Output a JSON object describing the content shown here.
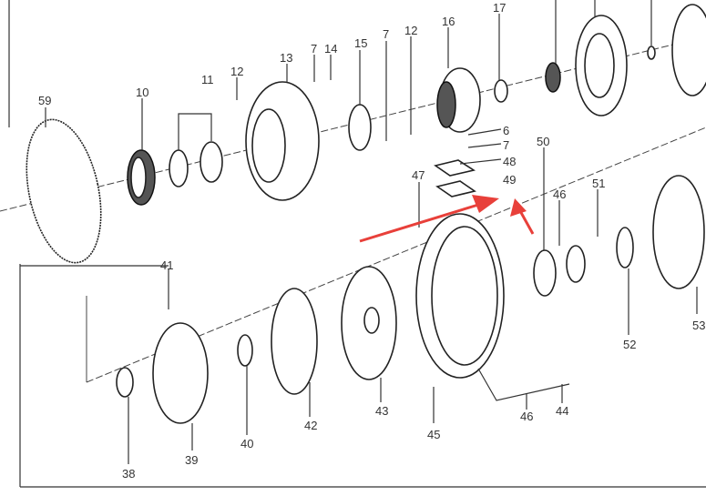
{
  "title": "Exploded parts diagram",
  "labels": [
    "59",
    "10",
    "11",
    "12",
    "13",
    "7",
    "14",
    "15",
    "7",
    "12",
    "16",
    "17",
    "6",
    "7",
    "48",
    "49",
    "47",
    "50",
    "46",
    "51",
    "41",
    "53",
    "52",
    "38",
    "39",
    "40",
    "42",
    "43",
    "45",
    "46",
    "44"
  ],
  "colors": {
    "arrow": "#e8403a",
    "line": "#333333"
  }
}
